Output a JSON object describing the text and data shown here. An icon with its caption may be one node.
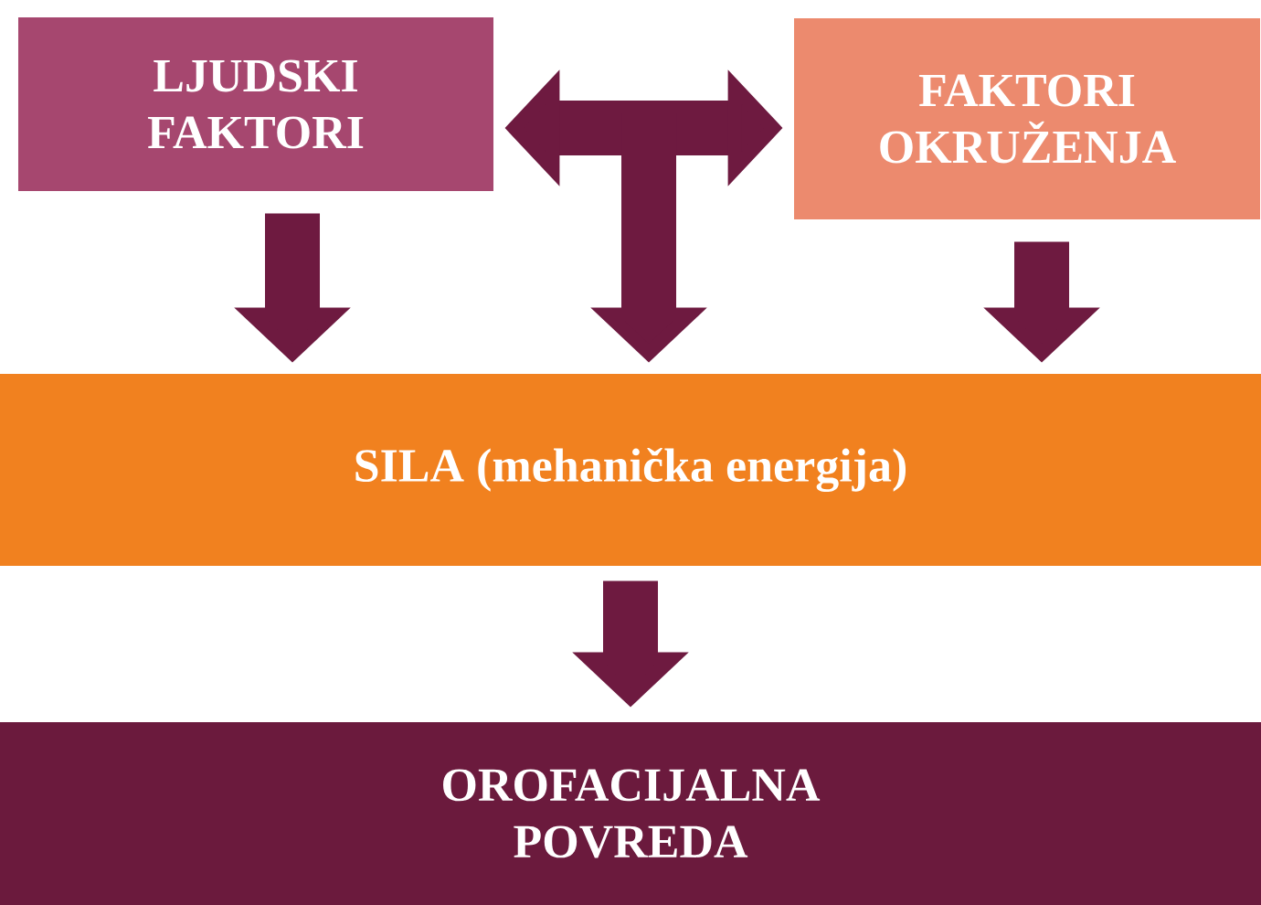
{
  "diagram": {
    "nodes": [
      {
        "text": [
          "LJUDSKI FAKTORI"
        ]
      },
      {
        "text": [
          "FAKTORI OKRUŽENJA"
        ]
      },
      {
        "text": [
          "SILA (mehanička energija)"
        ]
      },
      {
        "text": [
          "OROFACIJALNA POVREDA"
        ]
      }
    ],
    "edges": [
      {
        "from": 0,
        "to": 2,
        "arrow": "to"
      },
      {
        "from": 0,
        "to": 1,
        "arrow": "both"
      },
      {
        "from": null,
        "to": 2,
        "arrow": "to"
      },
      {
        "from": 1,
        "to": 2,
        "arrow": "to"
      },
      {
        "from": 2,
        "to": 3,
        "arrow": "to"
      }
    ]
  }
}
